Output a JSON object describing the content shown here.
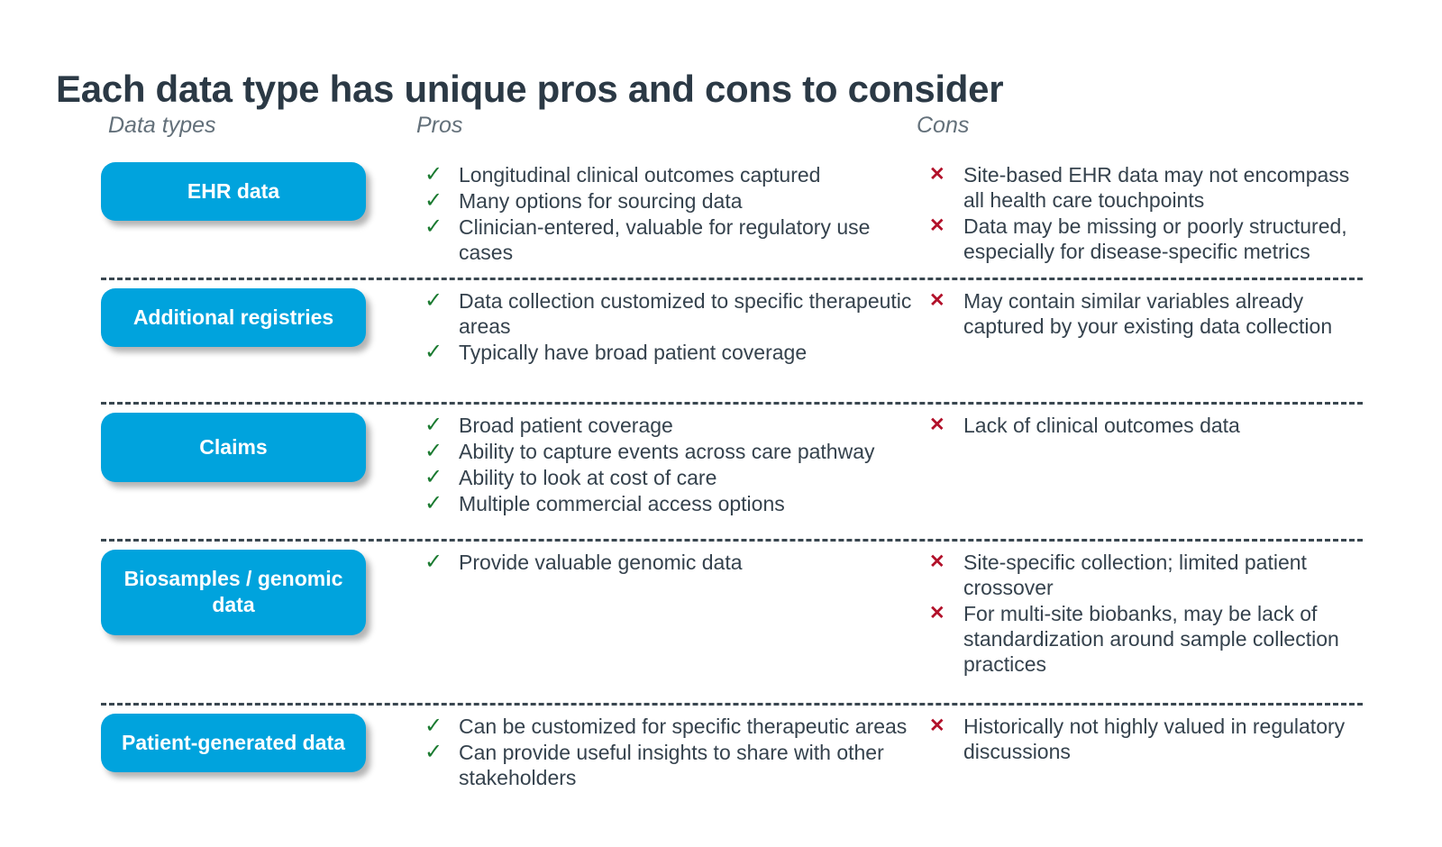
{
  "slide": {
    "title": "Each data type has unique pros and cons to consider"
  },
  "headers": {
    "data_types": "Data types",
    "pros": "Pros",
    "cons": "Cons"
  },
  "icons": {
    "check": "✓",
    "cross": "✕"
  },
  "colors": {
    "badge_blue": "#00a3dd",
    "title_navy": "#2b3945",
    "header_gray": "#63707a",
    "check_green": "#1a7a30",
    "cross_red": "#b2112a",
    "divider_gray": "#3a4750",
    "body_text": "#35424d"
  },
  "rows": [
    {
      "type": "EHR data",
      "pros": [
        "Longitudinal clinical outcomes captured",
        "Many options for sourcing data",
        "Clinician-entered, valuable for regulatory use cases"
      ],
      "cons": [
        "Site-based EHR data may not encompass all health care touchpoints",
        "Data may be missing or poorly structured, especially for disease-specific metrics"
      ]
    },
    {
      "type": "Additional registries",
      "pros": [
        "Data collection customized to specific therapeutic areas",
        "Typically have broad patient coverage"
      ],
      "cons": [
        "May contain similar variables already captured by your existing data collection"
      ]
    },
    {
      "type": "Claims",
      "pros": [
        "Broad patient coverage",
        "Ability to capture events across care pathway",
        "Ability to look at cost of care",
        "Multiple commercial access options"
      ],
      "cons": [
        "Lack of clinical outcomes data"
      ]
    },
    {
      "type": "Biosamples / genomic data",
      "pros": [
        "Provide valuable genomic data"
      ],
      "cons": [
        "Site-specific collection; limited patient crossover",
        "For multi-site biobanks, may be lack of standardization around sample collection practices"
      ]
    },
    {
      "type": "Patient-generated data",
      "pros": [
        "Can be customized for specific therapeutic areas",
        "Can provide useful insights to share with other stakeholders"
      ],
      "cons": [
        "Historically not highly valued in regulatory discussions"
      ]
    }
  ]
}
